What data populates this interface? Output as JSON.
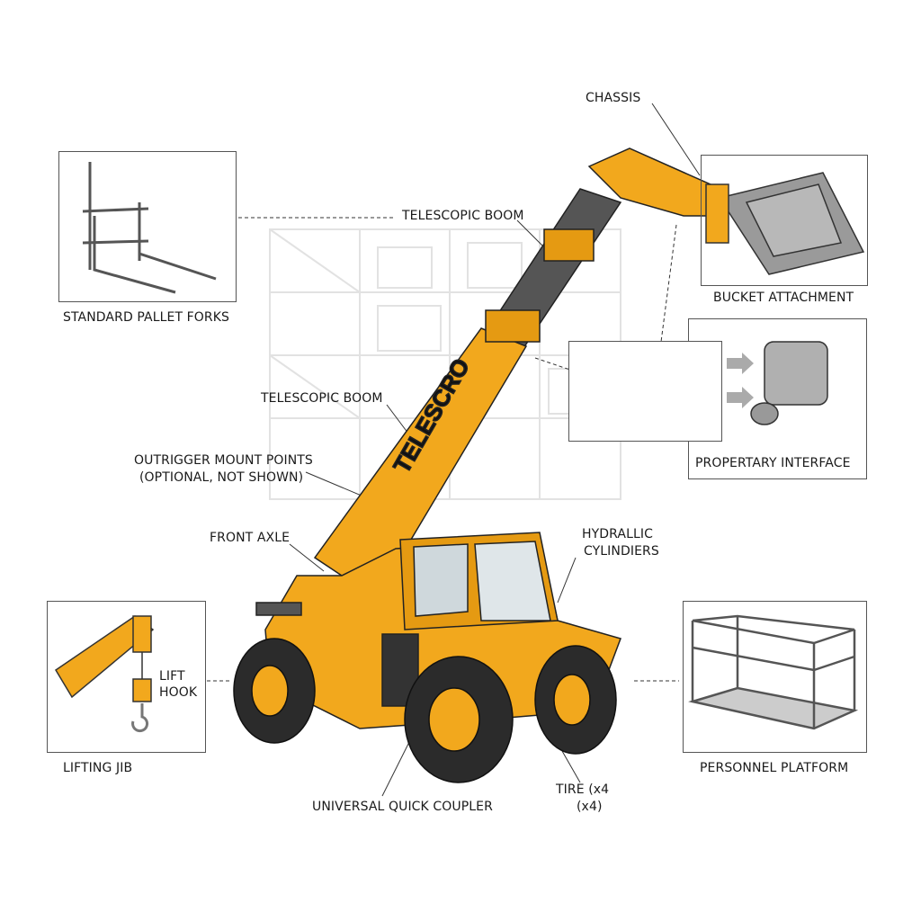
{
  "brand_text": "TELESCRO",
  "colors": {
    "machine": "#F2A81D",
    "machine_dark": "#C9860E",
    "tire": "#2b2b2b",
    "attachment": "#9a9a9a",
    "outline": "#222222"
  },
  "labels": {
    "chassis": "CHASSIS",
    "telescopic_boom_top": "TELESCOPIC BOOM",
    "standard_pallet_forks": "STANDARD PALLET FORKS",
    "bucket_attachment": "BUCKET ATTACHMENT",
    "proprietary_interface": "PROPERTARY INTERFACE",
    "telescopic_boom_mid": "TELESCOPIC BOOM",
    "outrigger_line1": "OUTRIGGER MOUNT POINTS",
    "outrigger_line2": "(OPTIONAL, NOT SHOWN)",
    "front_axle": "FRONT AXLE",
    "hydraulic_line1": "HYDRALLIC",
    "hydraulic_line2": "CYLINDIERS",
    "lift_hook_line1": "LIFT",
    "lift_hook_line2": "HOOK",
    "lifting_jib": "LIFTING JIB",
    "personnel_platform": "PERSONNEL PLATFORM",
    "universal_quick_coupler": "UNIVERSAL QUICK COUPLER",
    "tire_line1": "TIRE (x4",
    "tire_line2": "(x4)"
  }
}
